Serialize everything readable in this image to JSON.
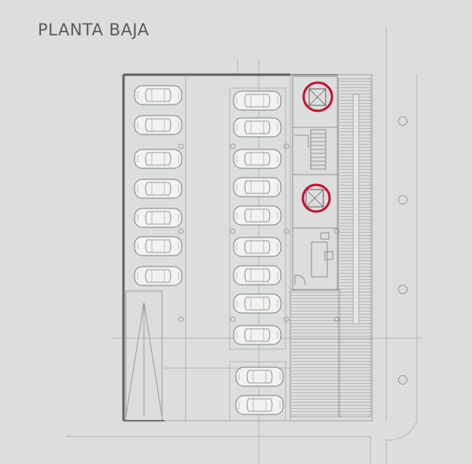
{
  "title": "PLANTA BAJA",
  "colors": {
    "background": "#dcdedd",
    "line": "#8a8c8c",
    "wall": "#5f6161",
    "highlight": "#c8102e"
  },
  "icons": {
    "elevator_highlight": "red-circle",
    "car": "car-top-view",
    "column": "circle"
  },
  "parking": {
    "left_column_spaces": 7,
    "middle_column_spaces": 9,
    "bottom_spaces": 2
  }
}
